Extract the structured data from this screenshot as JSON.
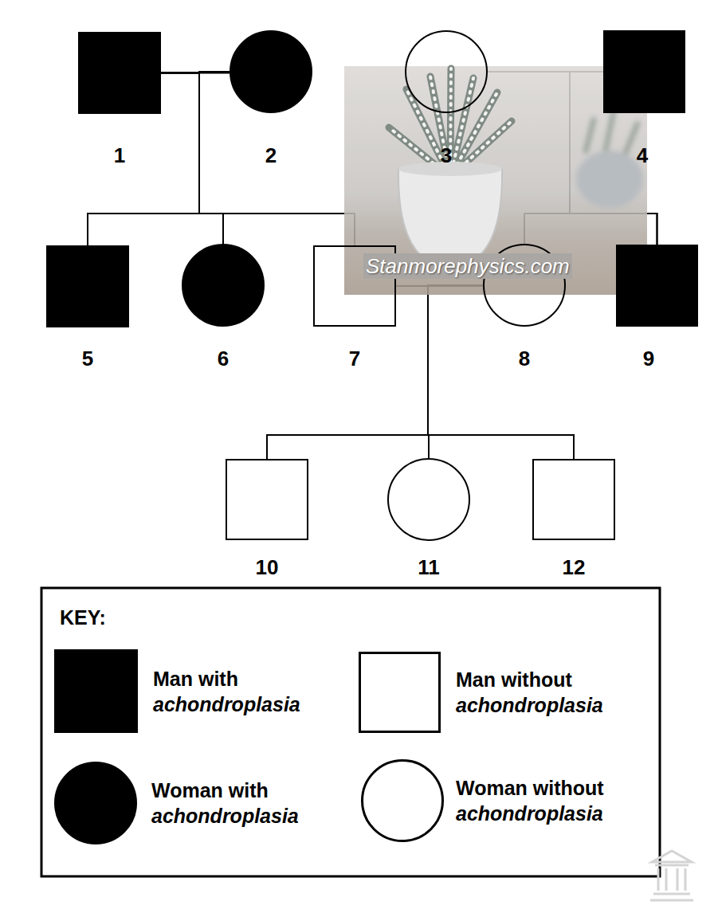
{
  "diagram": {
    "nodes": [
      {
        "text": [
          "1"
        ]
      },
      {
        "text": [
          "2"
        ]
      },
      {
        "text": [
          "3"
        ]
      },
      {
        "text": [
          "4"
        ]
      },
      {
        "text": [
          "5"
        ]
      },
      {
        "text": [
          "6"
        ]
      },
      {
        "text": [
          "7"
        ]
      },
      {
        "text": [
          "8"
        ]
      },
      {
        "text": [
          "9"
        ]
      },
      {
        "text": [
          "10"
        ]
      },
      {
        "text": [
          "11"
        ]
      },
      {
        "text": [
          "12"
        ]
      }
    ],
    "edges": [
      {
        "from": 0,
        "to": 1,
        "arrow": "none"
      },
      {
        "from": 2,
        "to": 3,
        "arrow": "none"
      },
      {
        "from": 6,
        "to": 7,
        "arrow": "none"
      },
      {
        "from": 0,
        "to": 4,
        "arrow": "none"
      },
      {
        "from": 1,
        "to": 4,
        "arrow": "none"
      },
      {
        "from": 0,
        "to": 5,
        "arrow": "none"
      },
      {
        "from": 1,
        "to": 5,
        "arrow": "none"
      },
      {
        "from": 0,
        "to": 6,
        "arrow": "none"
      },
      {
        "from": 1,
        "to": 6,
        "arrow": "none"
      },
      {
        "from": 2,
        "to": 7,
        "arrow": "none"
      },
      {
        "from": 3,
        "to": 7,
        "arrow": "none"
      },
      {
        "from": 2,
        "to": 8,
        "arrow": "none"
      },
      {
        "from": 3,
        "to": 8,
        "arrow": "none"
      },
      {
        "from": 6,
        "to": 9,
        "arrow": "none"
      },
      {
        "from": 7,
        "to": 9,
        "arrow": "none"
      },
      {
        "from": 6,
        "to": 10,
        "arrow": "none"
      },
      {
        "from": 7,
        "to": 10,
        "arrow": "none"
      },
      {
        "from": 6,
        "to": 11,
        "arrow": "none"
      },
      {
        "from": 7,
        "to": 11,
        "arrow": "none"
      }
    ],
    "labels": [
      "Stanmorephysics.com",
      "KEY:"
    ],
    "legend": [
      {
        "text": "Man with achondroplasia",
        "color": "#000000"
      },
      {
        "text": "Man without achondroplasia",
        "color": "#ffffff"
      },
      {
        "text": "Woman with achondroplasia",
        "color": "#000000"
      },
      {
        "text": "Woman without achondroplasia",
        "color": "#ffffff"
      }
    ]
  }
}
